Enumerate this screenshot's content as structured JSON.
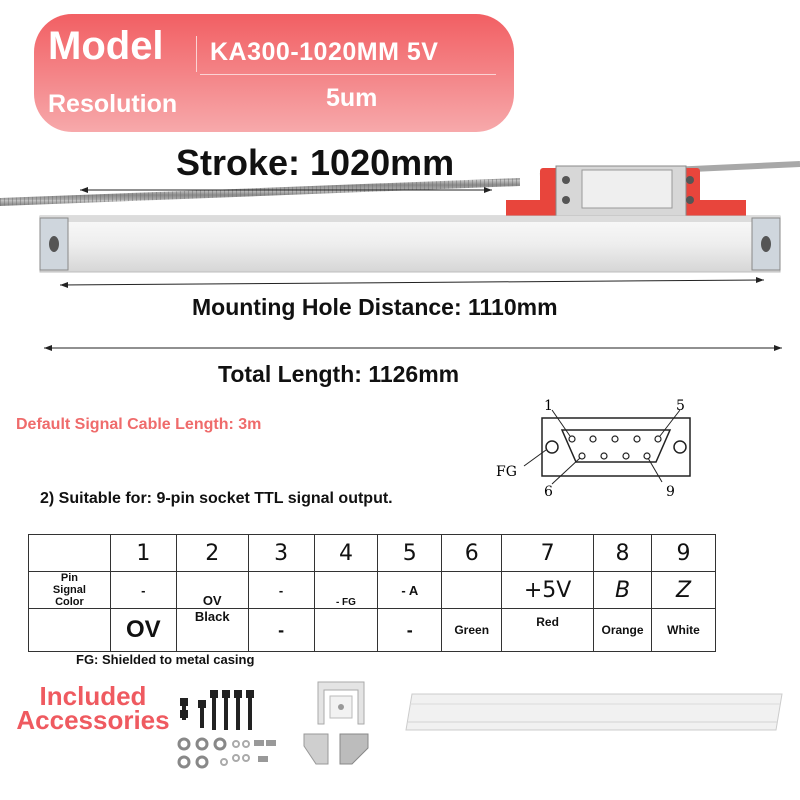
{
  "header": {
    "model_label": "Model",
    "model_value": "KA300-1020MM 5V",
    "resolution_label": "Resolution",
    "resolution_value": "5um"
  },
  "dimensions": {
    "stroke": "Stroke: 1020mm",
    "mounting_hole": "Mounting Hole Distance: 1110mm",
    "total_length": "Total Length: 1126mm"
  },
  "cable_length_note": "Default Signal Cable Length: 3m",
  "connector": {
    "pin_1": "1",
    "pin_5": "5",
    "pin_6": "6",
    "pin_9": "9",
    "fg": "FG"
  },
  "suitable_for": "2) Suitable for: 9-pin socket TTL signal output.",
  "pin_table": {
    "pin_numbers": [
      "1",
      "2",
      "3",
      "4",
      "5",
      "6",
      "7",
      "8",
      "9"
    ],
    "row_label_lines": [
      "Pin",
      "Signal",
      "Color"
    ],
    "signal_row": [
      "-",
      "OV",
      "-",
      "- FG",
      "- A",
      "",
      "+5V",
      "B",
      "Z"
    ],
    "color_row": [
      "OV",
      "Black",
      "-",
      "",
      "-",
      "Green",
      "Red",
      "Orange",
      "White"
    ]
  },
  "fg_note": "FG: Shielded to metal casing",
  "accessories_label_lines": [
    "Included",
    "Accessories"
  ],
  "colors": {
    "header_pill": "#f25f63",
    "accent_red": "#ef5a60",
    "note_red": "#ef6b6b",
    "scale_red": "#e8453c"
  }
}
